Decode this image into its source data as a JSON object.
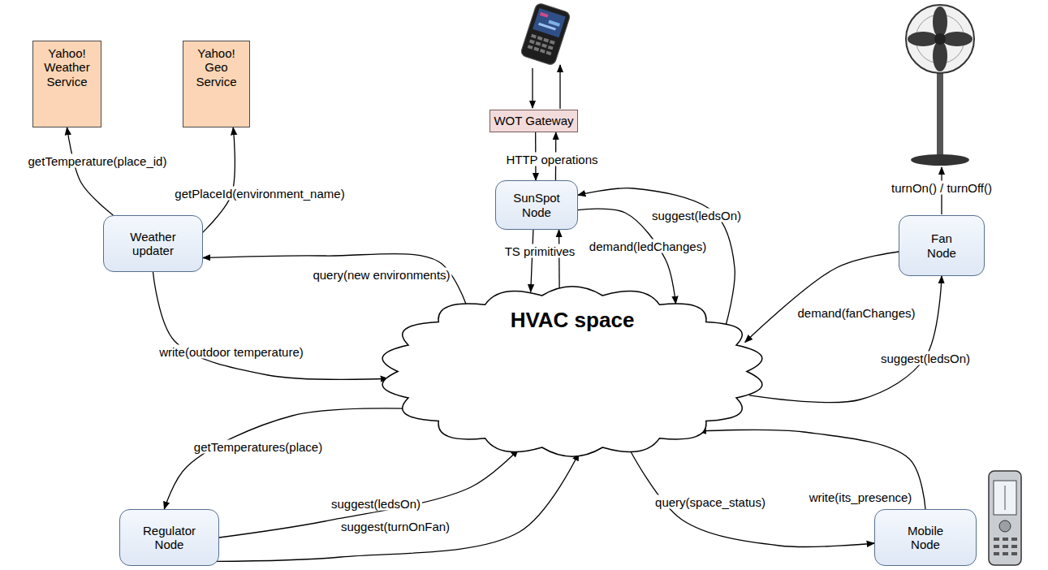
{
  "diagram": {
    "nodes": [
      {
        "text": [
          "Yahoo! Weather Service"
        ]
      },
      {
        "text": [
          "Yahoo! Geo Service"
        ]
      },
      {
        "text": [
          "WOT Gateway"
        ]
      },
      {
        "text": [
          "SunSpot Node"
        ]
      },
      {
        "text": [
          "Weather updater"
        ]
      },
      {
        "text": [
          "Fan Node"
        ]
      },
      {
        "text": [
          "HVAC space"
        ]
      },
      {
        "text": [
          "Regulator Node"
        ]
      },
      {
        "text": [
          "Mobile Node"
        ]
      }
    ],
    "edges": [
      {
        "from": 4,
        "to": 0,
        "label": "getTemperature(place_id)",
        "arrow": "to"
      },
      {
        "from": 4,
        "to": 1,
        "label": "getPlaceId(environment_name)",
        "arrow": "to"
      },
      {
        "from": 6,
        "to": 4,
        "label": "query(new environments)",
        "arrow": "to"
      },
      {
        "from": 4,
        "to": 6,
        "label": "write(outdoor temperature)",
        "arrow": "to"
      },
      {
        "from": 2,
        "to": 3,
        "label": "HTTP operations",
        "arrow": "to"
      },
      {
        "from": 3,
        "to": 2,
        "arrow": "to"
      },
      {
        "from": 3,
        "to": 6,
        "label": "TS primitives",
        "arrow": "to"
      },
      {
        "from": 6,
        "to": 3,
        "arrow": "to"
      },
      {
        "from": 3,
        "to": 6,
        "label": "demand(ledChanges)",
        "arrow": "to"
      },
      {
        "from": 6,
        "to": 3,
        "label": "suggest(ledsOn)",
        "arrow": "to"
      },
      {
        "from": 5,
        "to": 6,
        "label": "demand(fanChanges)",
        "arrow": "to"
      },
      {
        "from": 6,
        "to": 5,
        "label": "suggest(ledsOn)",
        "arrow": "to"
      },
      {
        "from": 6,
        "to": 7,
        "label": "getTemperatures(place)",
        "arrow": "to"
      },
      {
        "from": 7,
        "to": 6,
        "label": "suggest(ledsOn)",
        "arrow": "to"
      },
      {
        "from": 7,
        "to": 6,
        "label": "suggest(turnOnFan)",
        "arrow": "to"
      },
      {
        "from": 8,
        "to": 6,
        "label": "write(its_presence)",
        "arrow": "to"
      },
      {
        "from": 6,
        "to": 8,
        "label": "query(space_status)",
        "arrow": "to"
      }
    ],
    "labels": [
      "turnOn() / turnOff()"
    ]
  }
}
